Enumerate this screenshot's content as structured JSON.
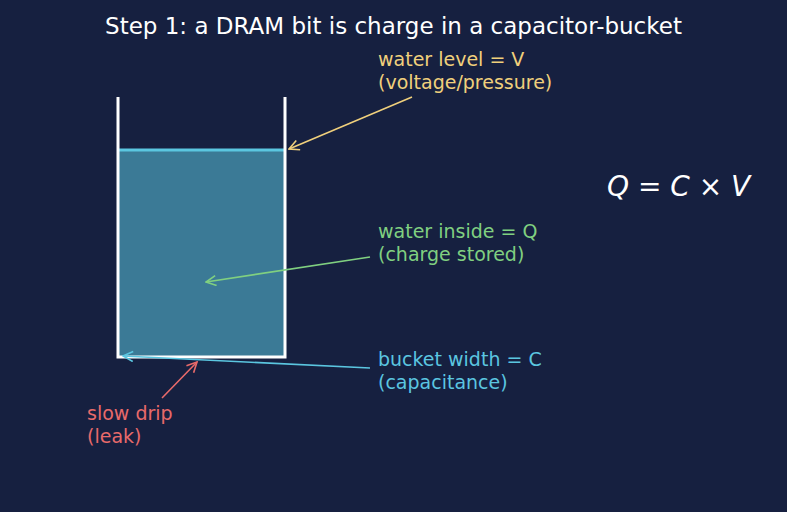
{
  "diagram": {
    "title": "Step 1: a DRAM bit is charge in a capacitor-bucket",
    "labels": [
      "water level = V (voltage/pressure)",
      "water inside = Q (charge stored)",
      "bucket width = C (capacitance)",
      "slow drip (leak)",
      "Q = C × V"
    ]
  }
}
